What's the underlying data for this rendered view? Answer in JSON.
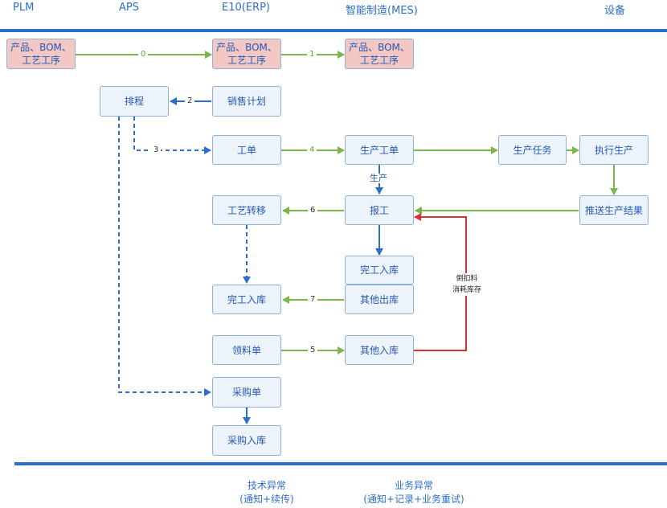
{
  "columns": {
    "plm": "PLM",
    "aps": "APS",
    "erp": "E10(ERP)",
    "mes": "智能制造(MES)",
    "device": "设备"
  },
  "nodes": {
    "plm_product": "产品、BOM、\n工艺工序",
    "erp_product": "产品、BOM、\n工艺工序",
    "mes_product": "产品、BOM、\n工艺工序",
    "schedule": "排程",
    "sales_plan": "销售计划",
    "work_order": "工单",
    "prod_work_order": "生产工单",
    "prod_task": "生产任务",
    "exec_prod": "执行生产",
    "process_transfer": "工艺转移",
    "report": "报工",
    "push_result": "推送生产结果",
    "mes_finish_in": "完工入库",
    "erp_finish_in": "完工入库",
    "other_out": "其他出库",
    "requisition": "领料单",
    "other_in": "其他入库",
    "purchase_order": "采购单",
    "purchase_in": "采购入库"
  },
  "edge_labels": {
    "e0": "0",
    "e1": "1",
    "e2": "2",
    "e3": "3",
    "e4": "4",
    "e5": "5",
    "e6": "6",
    "e7": "7",
    "production": "生产"
  },
  "notes": {
    "backflush": "倒扣料\n消耗库存"
  },
  "footer": {
    "tech_exception": "技术异常\n(通知+续传)",
    "biz_exception": "业务异常\n(通知+记录+业务重试)"
  },
  "colors": {
    "blue": "#2c6fc8",
    "green": "#7ab648",
    "red": "#d93030",
    "node_fill": "#edf3fb",
    "pink_fill": "#f2c7c4"
  }
}
